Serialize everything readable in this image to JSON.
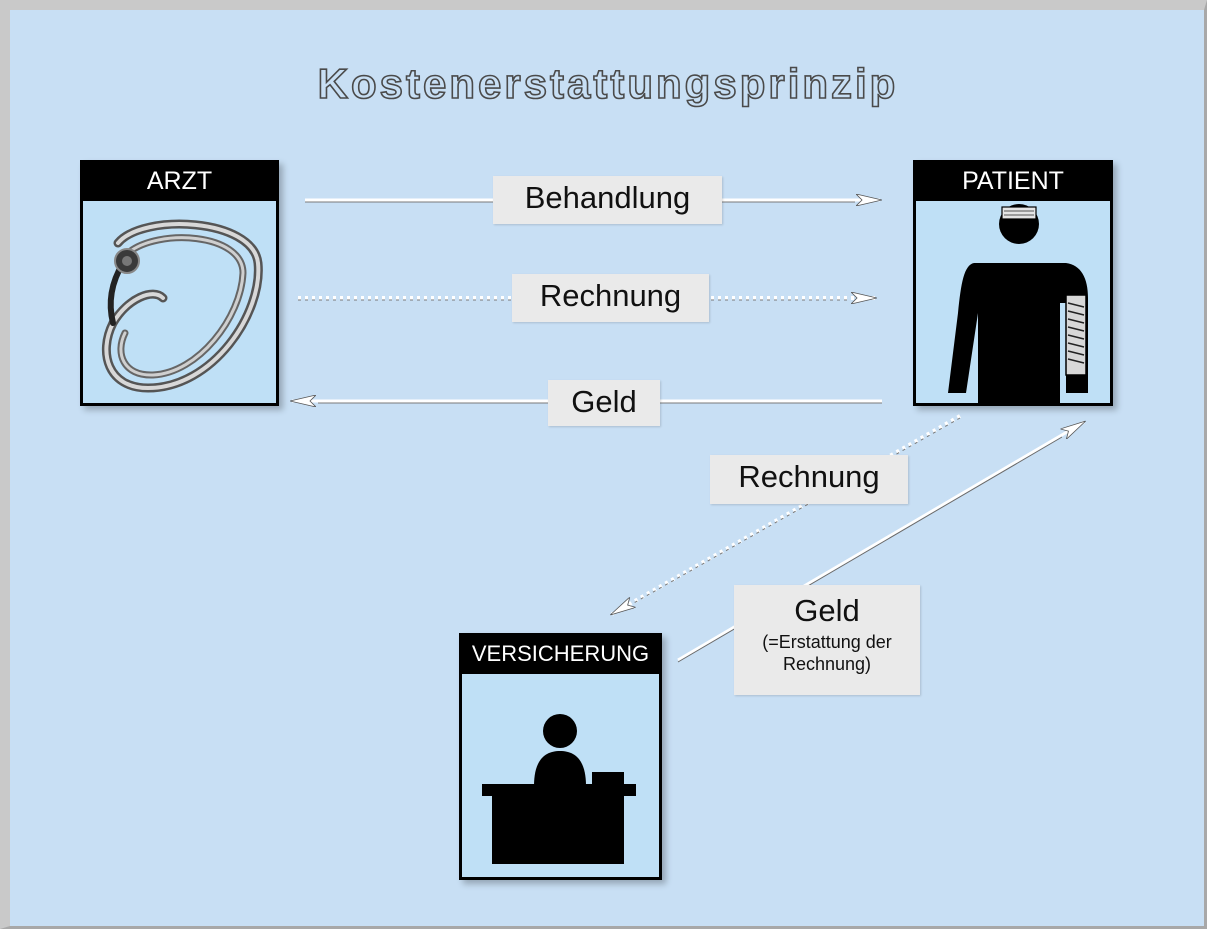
{
  "title": "Kostenerstattungsprinzip",
  "nodes": {
    "arzt": {
      "label": "ARZT",
      "icon": "stethoscope-icon"
    },
    "patient": {
      "label": "PATIENT",
      "icon": "injured-patient-icon"
    },
    "versicherung": {
      "label": "VERSICHERUNG",
      "icon": "person-at-desk-icon"
    }
  },
  "edges": {
    "behandlung": {
      "label": "Behandlung",
      "from": "ARZT",
      "to": "PATIENT",
      "style": "solid"
    },
    "rechnung_arzt_patient": {
      "label": "Rechnung",
      "from": "ARZT",
      "to": "PATIENT",
      "style": "dotted"
    },
    "geld_patient_arzt": {
      "label": "Geld",
      "from": "PATIENT",
      "to": "ARZT",
      "style": "solid"
    },
    "rechnung_patient_versicherung": {
      "label": "Rechnung",
      "from": "PATIENT",
      "to": "VERSICHERUNG",
      "style": "dotted"
    },
    "geld_versicherung_patient": {
      "label": "Geld",
      "sublabel_1": "(=Erstattung der",
      "sublabel_2": "Rechnung)",
      "from": "VERSICHERUNG",
      "to": "PATIENT",
      "style": "solid"
    }
  },
  "colors": {
    "background": "#c8dff4",
    "box_fill": "#bfe0f6",
    "header": "#000000",
    "label_bg": "#eaeaea"
  }
}
